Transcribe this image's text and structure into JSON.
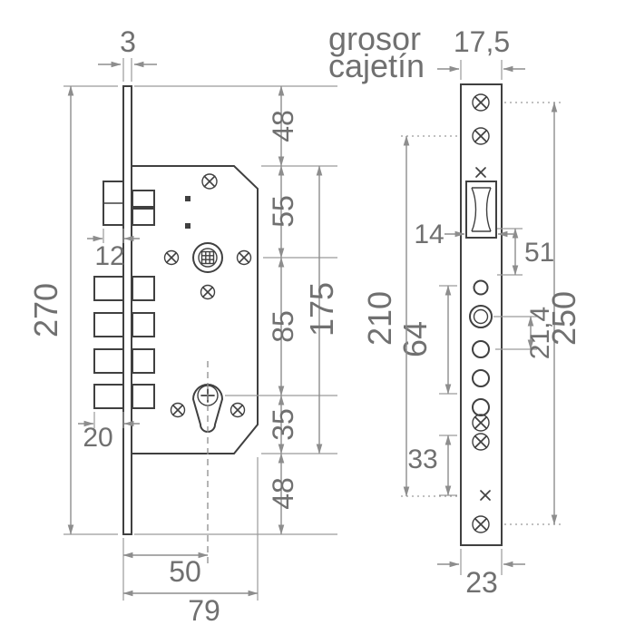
{
  "note": {
    "line1": "grosor",
    "line2": "cajetín"
  },
  "side_view": {
    "plate_thickness": "3",
    "total_height": "270",
    "latch_throw": "12",
    "bolt_throw": "20",
    "seg_a": "48",
    "seg_b": "55",
    "seg_c": "85",
    "seg_d": "35",
    "seg_e": "48",
    "body_span": "175",
    "backset": "50",
    "depth": "79"
  },
  "front_view": {
    "case_thickness": "17,5",
    "latch_width": "14",
    "latch_to_cylinder": "51",
    "inner_span": "210",
    "holes_span": "64",
    "hole_pitch": "21,4",
    "screw_span": "250",
    "lower_span": "33",
    "plate_width": "23"
  }
}
